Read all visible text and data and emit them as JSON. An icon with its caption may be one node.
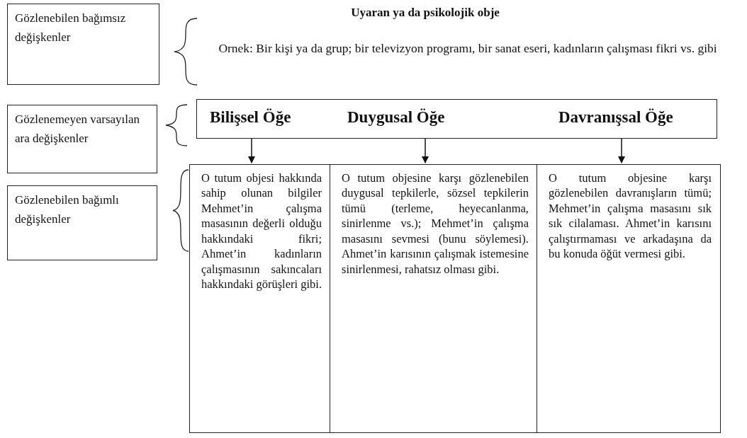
{
  "diagram": {
    "title": "Uyaran ya da psikolojik obje",
    "nodes": [
      {
        "text": [
          "Gözlenebilen bağımsız değişkenler"
        ]
      },
      {
        "text": [
          "Gözlenemeyen varsayılan ara değişkenler"
        ]
      },
      {
        "text": [
          "Gözlenebilen bağımlı değişkenler"
        ]
      },
      {
        "text": [
          "Bilişsel Öğe",
          "Duygusal Öğe",
          "Davranışsal Öğe"
        ]
      },
      {
        "text": [
          "O tutum objesi hakkında sahip olunan bilgiler Mehmet’in çalışma masasının değerli olduğu hakkındaki fikri; Ahmet’in kadınların çalışmasının sakıncaları hakkındaki görüşleri gibi."
        ]
      },
      {
        "text": [
          "O tutum objesine karşı gözlenebilen duygusal tepkilerle, sözsel tepkilerin tümü (terleme, heyecanlanma, sinirlenme vs.); Mehmet’in çalışma masasını sevmesi (bunu söylemesi). Ahmet’in karısının çalışmak istemesine sinirlenmesi, rahatsız olması gibi."
        ]
      },
      {
        "text": [
          "O tutum objesine karşı gözlenebilen davranışların tümü; Mehmet’in çalışma masasını sık sık cilalaması. Ahmet’in karısını çalıştırmaması ve arkadaşına da bu konuda öğüt vermesi gibi."
        ]
      }
    ],
    "edges": [
      {
        "from": 3,
        "to": 4,
        "arrow": "to"
      },
      {
        "from": 3,
        "to": 5,
        "arrow": "to"
      },
      {
        "from": 3,
        "to": 6,
        "arrow": "to"
      }
    ],
    "labels": [
      "Ornek: Bir kişi ya da grup; bir televizyon programı, bir sanat eseri, kadınların çalışması fikri vs. gibi"
    ]
  }
}
